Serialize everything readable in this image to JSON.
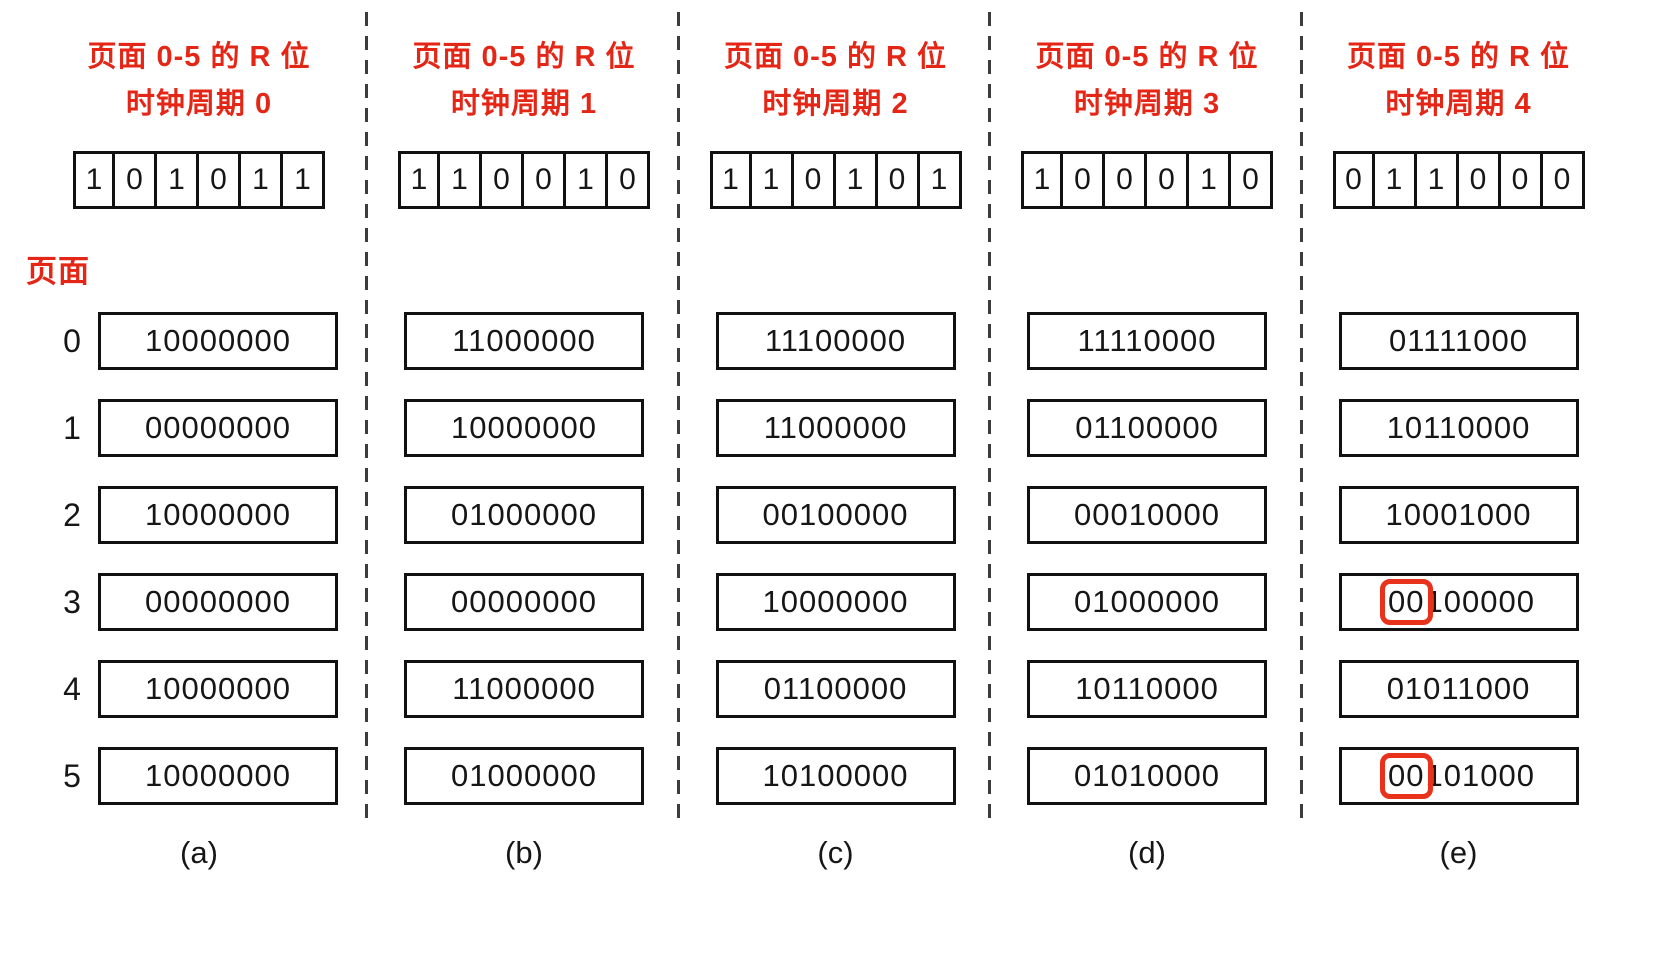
{
  "figure": {
    "pages_label": "页面",
    "page_numbers": [
      "0",
      "1",
      "2",
      "3",
      "4",
      "5"
    ],
    "colors": {
      "accent_red": "#e42616",
      "highlight_box_red": "#e8321c",
      "line_black": "#111111"
    },
    "columns": [
      {
        "title_line1": "页面 0-5 的 R 位",
        "title_line2": "时钟周期 0",
        "caption": "(a)",
        "r_bits": [
          "1",
          "0",
          "1",
          "0",
          "1",
          "1"
        ],
        "counters": [
          {
            "value": "10000000"
          },
          {
            "value": "00000000"
          },
          {
            "value": "10000000"
          },
          {
            "value": "00000000"
          },
          {
            "value": "10000000"
          },
          {
            "value": "10000000"
          }
        ]
      },
      {
        "title_line1": "页面 0-5 的 R 位",
        "title_line2": "时钟周期 1",
        "caption": "(b)",
        "r_bits": [
          "1",
          "1",
          "0",
          "0",
          "1",
          "0"
        ],
        "counters": [
          {
            "value": "11000000"
          },
          {
            "value": "10000000"
          },
          {
            "value": "01000000"
          },
          {
            "value": "00000000"
          },
          {
            "value": "11000000"
          },
          {
            "value": "01000000"
          }
        ]
      },
      {
        "title_line1": "页面 0-5 的 R 位",
        "title_line2": "时钟周期 2",
        "caption": "(c)",
        "r_bits": [
          "1",
          "1",
          "0",
          "1",
          "0",
          "1"
        ],
        "counters": [
          {
            "value": "11100000"
          },
          {
            "value": "11000000"
          },
          {
            "value": "00100000"
          },
          {
            "value": "10000000"
          },
          {
            "value": "01100000"
          },
          {
            "value": "10100000"
          }
        ]
      },
      {
        "title_line1": "页面 0-5 的 R 位",
        "title_line2": "时钟周期 3",
        "caption": "(d)",
        "r_bits": [
          "1",
          "0",
          "0",
          "0",
          "1",
          "0"
        ],
        "counters": [
          {
            "value": "11110000"
          },
          {
            "value": "01100000"
          },
          {
            "value": "00010000"
          },
          {
            "value": "01000000"
          },
          {
            "value": "10110000"
          },
          {
            "value": "01010000"
          }
        ]
      },
      {
        "title_line1": "页面 0-5 的 R 位",
        "title_line2": "时钟周期 4",
        "caption": "(e)",
        "r_bits": [
          "0",
          "1",
          "1",
          "0",
          "0",
          "0"
        ],
        "counters": [
          {
            "value": "01111000"
          },
          {
            "value": "10110000"
          },
          {
            "value": "10001000"
          },
          {
            "value": "00100000",
            "highlight": "00",
            "rest": "100000",
            "boxed": true
          },
          {
            "value": "01011000"
          },
          {
            "value": "00101000",
            "highlight": "00",
            "rest": "101000",
            "boxed": true
          }
        ]
      }
    ]
  }
}
